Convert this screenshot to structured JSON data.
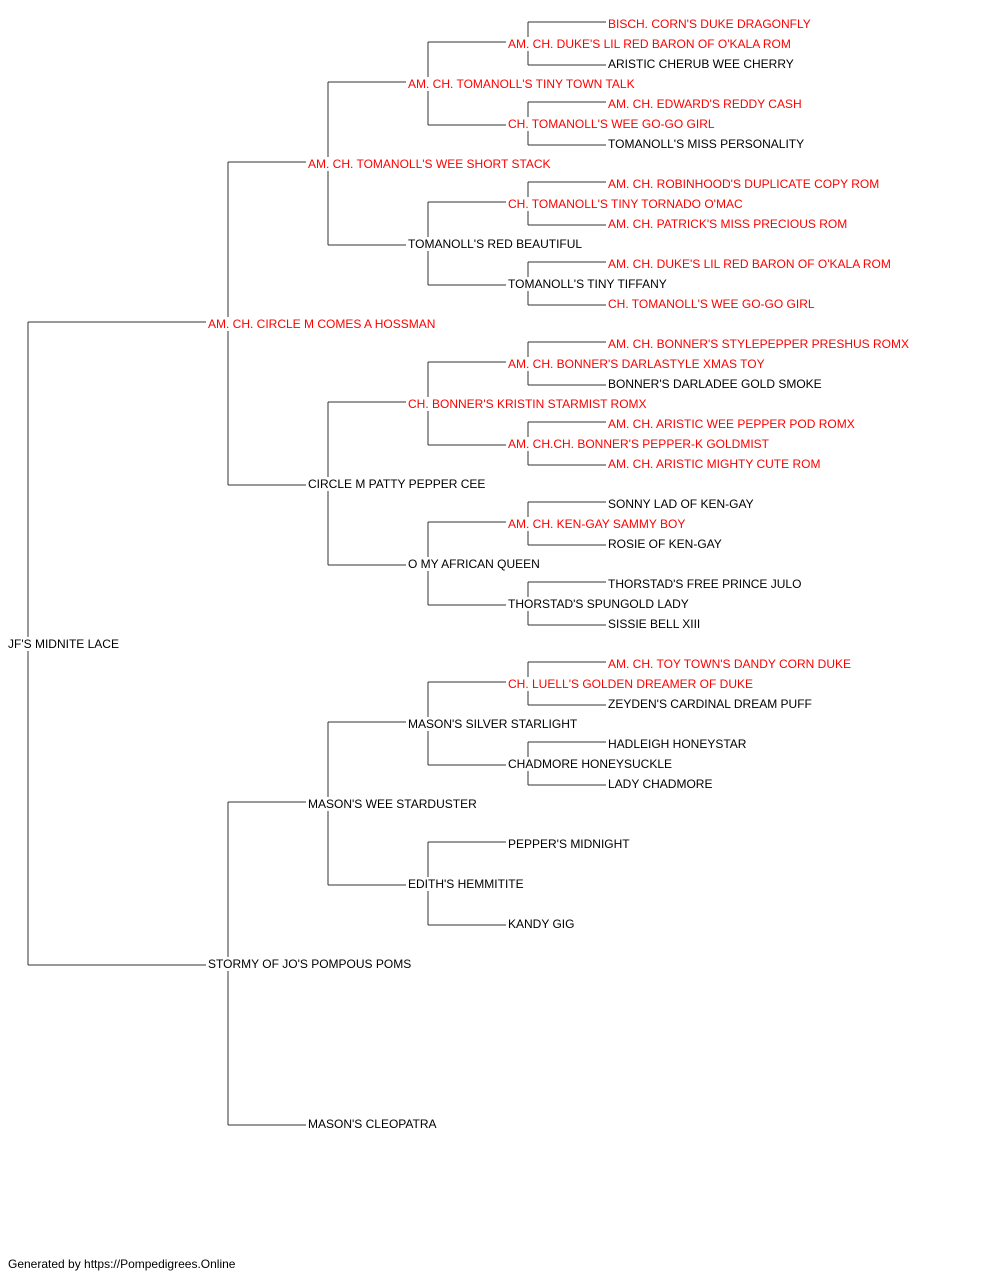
{
  "colors": {
    "titled": "#ff0000",
    "untitled": "#000000",
    "line": "#333333"
  },
  "pedigree": {
    "name": "JF'S MIDNITE LACE",
    "titled": false,
    "sire": {
      "name": "AM. CH. CIRCLE M COMES A HOSSMAN",
      "titled": true,
      "sire": {
        "name": "AM. CH. TOMANOLL'S WEE SHORT STACK",
        "titled": true,
        "sire": {
          "name": "AM. CH. TOMANOLL'S TINY TOWN TALK",
          "titled": true,
          "sire": {
            "name": "AM. CH. DUKE'S LIL RED BARON OF O'KALA ROM",
            "titled": true,
            "sire": {
              "name": "BISCH. CORN'S DUKE DRAGONFLY",
              "titled": true
            },
            "dam": {
              "name": "ARISTIC CHERUB WEE CHERRY",
              "titled": false
            }
          },
          "dam": {
            "name": "CH. TOMANOLL'S WEE GO-GO GIRL",
            "titled": true,
            "sire": {
              "name": "AM. CH. EDWARD'S REDDY CASH",
              "titled": true
            },
            "dam": {
              "name": "TOMANOLL'S MISS PERSONALITY",
              "titled": false
            }
          }
        },
        "dam": {
          "name": "TOMANOLL'S RED BEAUTIFUL",
          "titled": false,
          "sire": {
            "name": "CH. TOMANOLL'S TINY TORNADO O'MAC",
            "titled": true,
            "sire": {
              "name": "AM. CH. ROBINHOOD'S DUPLICATE COPY ROM",
              "titled": true
            },
            "dam": {
              "name": "AM. CH. PATRICK'S MISS PRECIOUS ROM",
              "titled": true
            }
          },
          "dam": {
            "name": "TOMANOLL'S TINY TIFFANY",
            "titled": false,
            "sire": {
              "name": "AM. CH. DUKE'S LIL RED BARON OF O'KALA ROM",
              "titled": true
            },
            "dam": {
              "name": "CH. TOMANOLL'S WEE GO-GO GIRL",
              "titled": true
            }
          }
        }
      },
      "dam": {
        "name": "CIRCLE M PATTY PEPPER CEE",
        "titled": false,
        "sire": {
          "name": "CH. BONNER'S KRISTIN STARMIST ROMX",
          "titled": true,
          "sire": {
            "name": "AM. CH. BONNER'S DARLASTYLE XMAS TOY",
            "titled": true,
            "sire": {
              "name": "AM. CH. BONNER'S STYLEPEPPER PRESHUS ROMX",
              "titled": true
            },
            "dam": {
              "name": "BONNER'S DARLADEE GOLD SMOKE",
              "titled": false
            }
          },
          "dam": {
            "name": "AM. CH.CH. BONNER'S PEPPER-K GOLDMIST",
            "titled": true,
            "sire": {
              "name": "AM. CH. ARISTIC WEE PEPPER POD ROMX",
              "titled": true
            },
            "dam": {
              "name": "AM. CH. ARISTIC MIGHTY CUTE ROM",
              "titled": true
            }
          }
        },
        "dam": {
          "name": "O MY AFRICAN QUEEN",
          "titled": false,
          "sire": {
            "name": "AM. CH. KEN-GAY SAMMY BOY",
            "titled": true,
            "sire": {
              "name": "SONNY LAD OF KEN-GAY",
              "titled": false
            },
            "dam": {
              "name": "ROSIE OF KEN-GAY",
              "titled": false
            }
          },
          "dam": {
            "name": "THORSTAD'S SPUNGOLD LADY",
            "titled": false,
            "sire": {
              "name": "THORSTAD'S FREE PRINCE JULO",
              "titled": false
            },
            "dam": {
              "name": "SISSIE BELL XIII",
              "titled": false
            }
          }
        }
      }
    },
    "dam": {
      "name": "STORMY OF JO'S POMPOUS POMS",
      "titled": false,
      "sire": {
        "name": "MASON'S WEE STARDUSTER",
        "titled": false,
        "sire": {
          "name": "MASON'S SILVER STARLIGHT",
          "titled": false,
          "sire": {
            "name": "CH. LUELL'S GOLDEN DREAMER OF DUKE",
            "titled": true,
            "sire": {
              "name": "AM. CH. TOY TOWN'S DANDY CORN DUKE",
              "titled": true
            },
            "dam": {
              "name": "ZEYDEN'S CARDINAL DREAM PUFF",
              "titled": false
            }
          },
          "dam": {
            "name": "CHADMORE HONEYSUCKLE",
            "titled": false,
            "sire": {
              "name": "HADLEIGH HONEYSTAR",
              "titled": false
            },
            "dam": {
              "name": "LADY CHADMORE",
              "titled": false
            }
          }
        },
        "dam": {
          "name": "EDITH'S HEMMITITE",
          "titled": false,
          "sire": {
            "name": "PEPPER'S MIDNIGHT",
            "titled": false
          },
          "dam": {
            "name": "KANDY GIG",
            "titled": false
          }
        }
      },
      "dam": {
        "name": "MASON'S CLEOPATRA",
        "titled": false
      }
    }
  },
  "footer": "Generated by https://Pompedigrees.Online"
}
